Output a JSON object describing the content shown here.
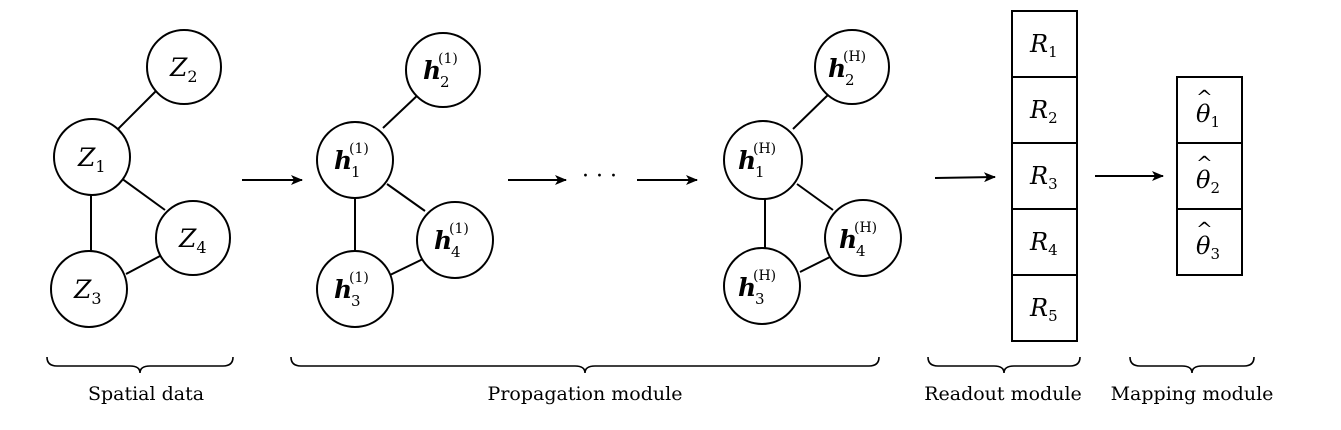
{
  "spatial_graph": {
    "nodes": [
      {
        "id": "z1",
        "base": "Z",
        "sub": "1",
        "sup": ""
      },
      {
        "id": "z2",
        "base": "Z",
        "sub": "2",
        "sup": ""
      },
      {
        "id": "z3",
        "base": "Z",
        "sub": "3",
        "sup": ""
      },
      {
        "id": "z4",
        "base": "Z",
        "sub": "4",
        "sup": ""
      }
    ]
  },
  "hidden_graph_1": {
    "nodes": [
      {
        "id": "h1",
        "base": "h",
        "sub": "1",
        "sup": "(1)"
      },
      {
        "id": "h2",
        "base": "h",
        "sub": "2",
        "sup": "(1)"
      },
      {
        "id": "h3",
        "base": "h",
        "sub": "3",
        "sup": "(1)"
      },
      {
        "id": "h4",
        "base": "h",
        "sub": "4",
        "sup": "(1)"
      }
    ]
  },
  "hidden_graph_H": {
    "nodes": [
      {
        "id": "h1",
        "base": "h",
        "sub": "1",
        "sup": "(H)"
      },
      {
        "id": "h2",
        "base": "h",
        "sub": "2",
        "sup": "(H)"
      },
      {
        "id": "h3",
        "base": "h",
        "sub": "3",
        "sup": "(H)"
      },
      {
        "id": "h4",
        "base": "h",
        "sub": "4",
        "sup": "(H)"
      }
    ]
  },
  "ellipsis": "· · ·",
  "readout": {
    "cells": [
      {
        "base": "R",
        "sub": "1"
      },
      {
        "base": "R",
        "sub": "2"
      },
      {
        "base": "R",
        "sub": "3"
      },
      {
        "base": "R",
        "sub": "4"
      },
      {
        "base": "R",
        "sub": "5"
      }
    ]
  },
  "mapping": {
    "cells": [
      {
        "base": "θ",
        "sub": "1",
        "hat": "^"
      },
      {
        "base": "θ",
        "sub": "2",
        "hat": "^"
      },
      {
        "base": "θ",
        "sub": "3",
        "hat": "^"
      }
    ]
  },
  "captions": {
    "spatial": "Spatial data",
    "propagation": "Propagation module",
    "readout": "Readout module",
    "mapping": "Mapping module"
  }
}
